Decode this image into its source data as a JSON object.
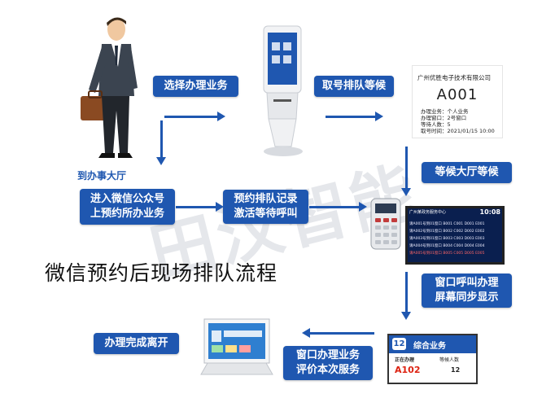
{
  "title": "微信预约后现场排队流程",
  "caption": "到办事大厅",
  "watermark": "田汉智能",
  "steps": [
    {
      "text": "选择办理业务"
    },
    {
      "text": "取号排队等候"
    },
    {
      "text": "进入微信公众号\n上预约所办业务"
    },
    {
      "text": "预约排队记录\n激活等待呼叫"
    },
    {
      "text": "等候大厅等候"
    },
    {
      "text": "窗口呼叫办理\n屏幕同步显示"
    },
    {
      "text": "办理完成离开"
    },
    {
      "text": "窗口办理业务\n评价本次服务"
    }
  ],
  "ticket": {
    "company": "广州优胜电子技术有限公司",
    "number": "A001",
    "lines": [
      "办理业务：个人业务",
      "办理窗口：2号窗口",
      "等待人数：5",
      "取号时间：2021/01/15      10:00"
    ]
  },
  "hall_screen": {
    "header": "广州某政务服务中心",
    "time": "10:08",
    "rows": [
      "请A001号到01窗口   B001 C001 D001 E001",
      "请A002号到01窗口   B002 C002 D002 E002",
      "请A003号到01窗口   B003 C003 D003 E003",
      "请A004号到01窗口   B004 C004 D004 E004",
      "请A005号到01窗口   B005 C005 D005 E005"
    ]
  },
  "window_sign": {
    "badge": "12",
    "name": "综合业务",
    "label_now": "正在办理",
    "label_wait": "等候人数",
    "now": "A102",
    "wait": "12"
  }
}
